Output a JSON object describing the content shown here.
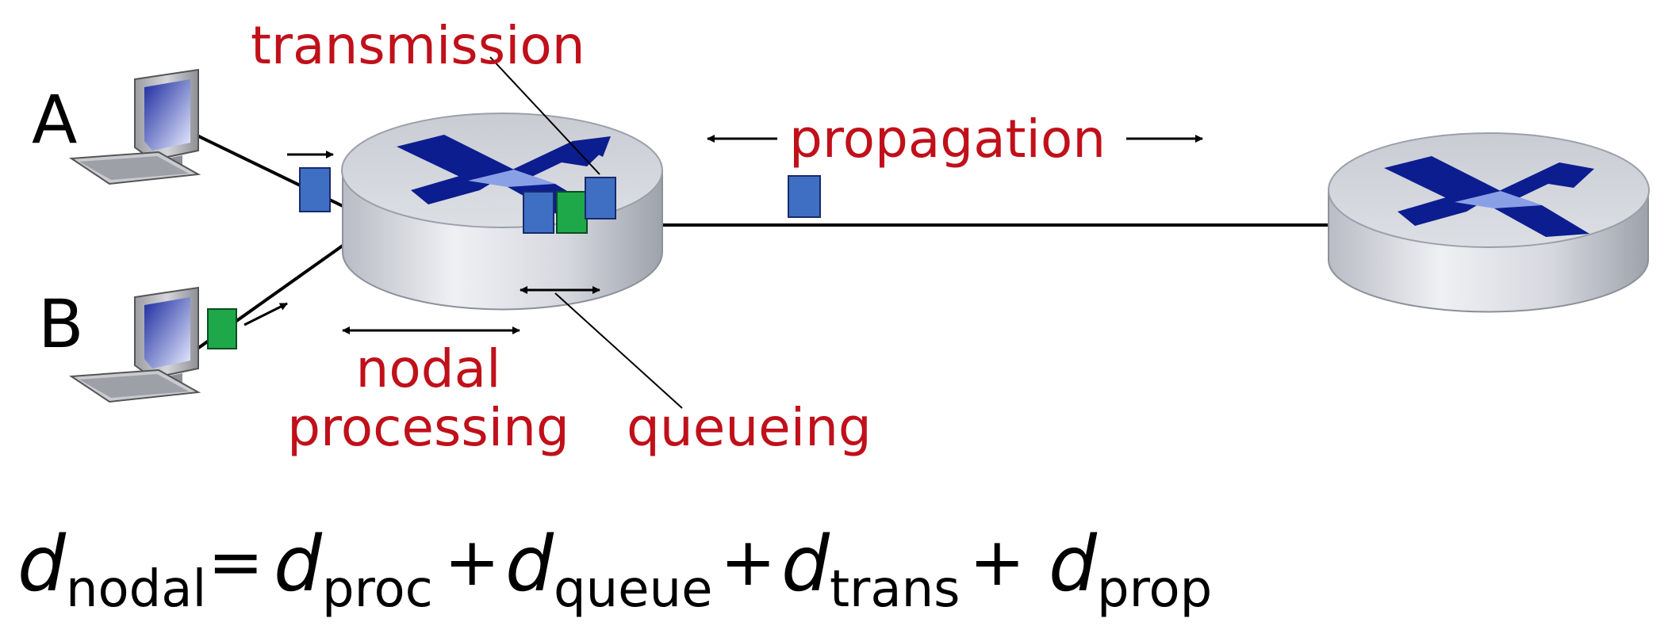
{
  "colors": {
    "label_red": "#c0101a",
    "packet_blue": "#3f6fc2",
    "packet_green": "#1fa84a",
    "router_cross": "#0c1d8f",
    "router_cross_light": "#8aa0e6",
    "line": "#000000"
  },
  "hosts": [
    {
      "label": "A",
      "icon": "desktop-computer-icon"
    },
    {
      "label": "B",
      "icon": "desktop-computer-icon"
    }
  ],
  "routers": [
    {
      "icon": "router-icon"
    },
    {
      "icon": "router-icon"
    }
  ],
  "labels": {
    "transmission": "transmission",
    "propagation": "propagation",
    "nodal_line1": "nodal",
    "nodal_line2": "processing",
    "queueing": "queueing"
  },
  "equation": {
    "var": "d",
    "plus": "+",
    "equals": "=",
    "terms": [
      "nodal",
      "proc",
      "queue",
      "trans",
      "prop"
    ]
  }
}
